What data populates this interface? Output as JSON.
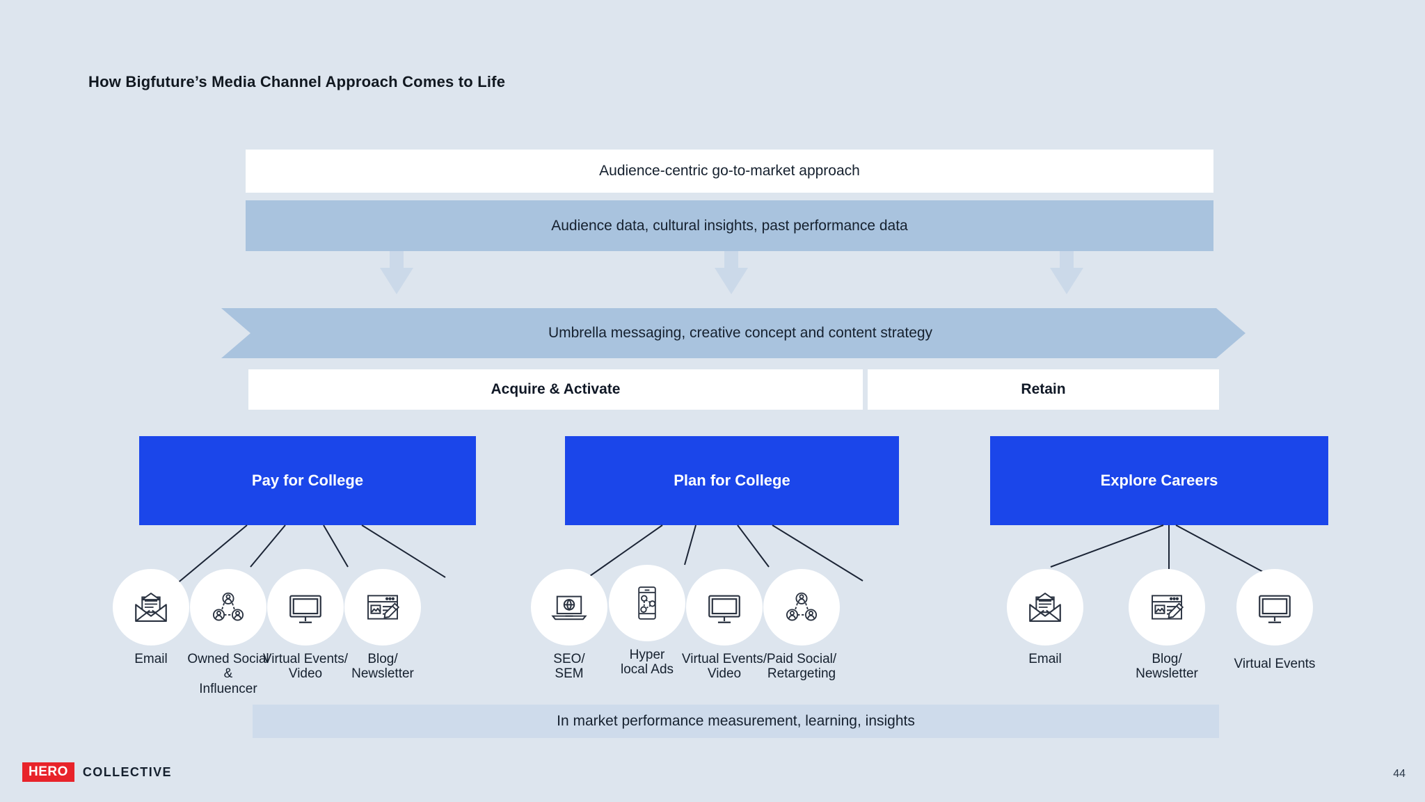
{
  "slide": {
    "title": "How Bigfuture’s Media Channel Approach Comes to Life",
    "page_number": "44",
    "background_color": "#dde5ee",
    "accent_color": "#1b46ea",
    "band_color": "#a9c3de"
  },
  "bands": {
    "approach": "Audience-centric go-to-market approach",
    "inputs": "Audience data, cultural insights, past performance data",
    "umbrella": "Umbrella messaging, creative concept and content strategy",
    "footer": "In market performance measurement, learning, insights"
  },
  "segments": [
    {
      "label": "Acquire & Activate"
    },
    {
      "label": "Retain"
    }
  ],
  "pillars": [
    {
      "label": "Pay for College",
      "channels": [
        {
          "label": "Email",
          "icon": "email-envelope-icon"
        },
        {
          "label": "Owned Social &\nInfluencer",
          "icon": "social-network-icon"
        },
        {
          "label": "Virtual Events/\nVideo",
          "icon": "monitor-icon"
        },
        {
          "label": "Blog/\nNewsletter",
          "icon": "blog-pencil-icon"
        }
      ]
    },
    {
      "label": "Plan for College",
      "channels": [
        {
          "label": "SEO/\nSEM",
          "icon": "laptop-globe-icon"
        },
        {
          "label": "Hyper\nlocal Ads",
          "icon": "phone-network-icon"
        },
        {
          "label": "Virtual Events/\nVideo",
          "icon": "monitor-icon"
        },
        {
          "label": "Paid Social/\nRetargeting",
          "icon": "social-network-icon"
        }
      ]
    },
    {
      "label": "Explore Careers",
      "channels": [
        {
          "label": "Email",
          "icon": "email-envelope-icon"
        },
        {
          "label": "Blog/\nNewsletter",
          "icon": "blog-pencil-icon"
        },
        {
          "label": "Virtual  Events",
          "icon": "monitor-icon"
        }
      ]
    }
  ],
  "logo": {
    "mark": "HERO",
    "word": "COLLECTIVE",
    "mark_color": "#e8232a"
  }
}
